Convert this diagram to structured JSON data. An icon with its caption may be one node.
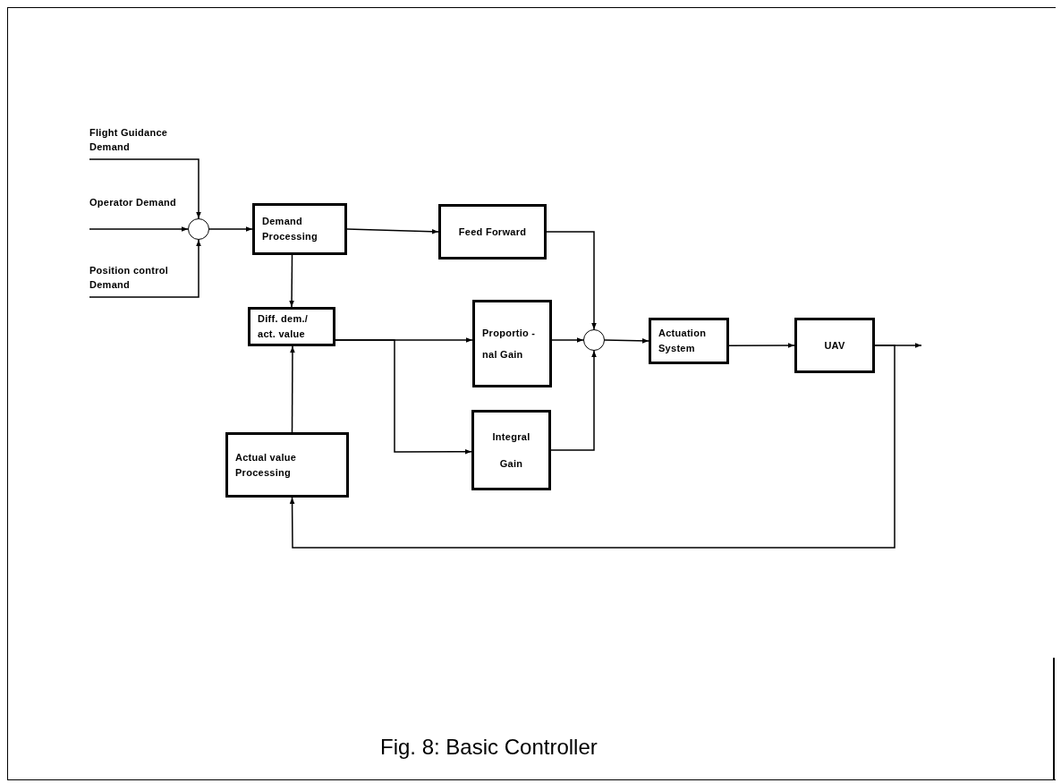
{
  "diagram": {
    "caption": "Fig. 8: Basic Controller",
    "nodes": [
      {
        "text": [
          "Flight Guidance Demand"
        ]
      },
      {
        "text": [
          "Operator Demand"
        ]
      },
      {
        "text": [
          "Position control Demand"
        ]
      },
      {
        "text": [],
        "shape": "circle"
      },
      {
        "text": [
          "Demand Processing"
        ]
      },
      {
        "text": [
          "Feed Forward"
        ]
      },
      {
        "text": [
          "Diff. dem./ act. value"
        ]
      },
      {
        "text": [
          "Proportio - nal Gain"
        ]
      },
      {
        "text": [
          "Integral Gain"
        ]
      },
      {
        "text": [
          "Actual value Processing"
        ]
      },
      {
        "text": [],
        "shape": "circle"
      },
      {
        "text": [
          "Actuation System"
        ]
      },
      {
        "text": [
          "UAV"
        ]
      }
    ],
    "edges": [
      {
        "from": 0,
        "to": 3,
        "arrow": "to"
      },
      {
        "from": 1,
        "to": 3,
        "arrow": "to"
      },
      {
        "from": 2,
        "to": 3,
        "arrow": "to"
      },
      {
        "from": 3,
        "to": 4,
        "arrow": "to"
      },
      {
        "from": 4,
        "to": 5,
        "arrow": "to"
      },
      {
        "from": 4,
        "to": 6,
        "arrow": "to"
      },
      {
        "from": 6,
        "to": 7,
        "arrow": "to"
      },
      {
        "from": 6,
        "to": 8,
        "arrow": "to"
      },
      {
        "from": 5,
        "to": 10,
        "arrow": "to"
      },
      {
        "from": 7,
        "to": 10,
        "arrow": "to"
      },
      {
        "from": 8,
        "to": 10,
        "arrow": "to"
      },
      {
        "from": 10,
        "to": 11,
        "arrow": "to"
      },
      {
        "from": 11,
        "to": 12,
        "arrow": "to"
      },
      {
        "from": 12,
        "to": null,
        "arrow": "to"
      },
      {
        "from": 12,
        "to": 9,
        "arrow": "to"
      },
      {
        "from": 9,
        "to": 6,
        "arrow": "to"
      }
    ]
  }
}
